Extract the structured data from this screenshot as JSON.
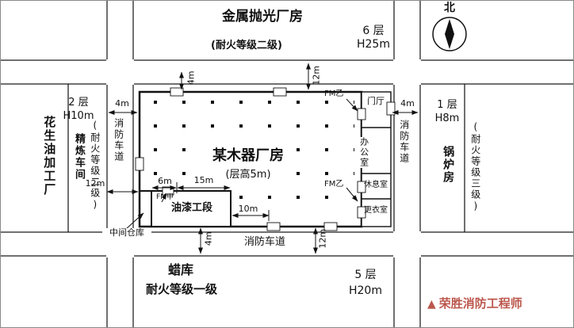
{
  "compass": {
    "label": "北"
  },
  "north_building": {
    "name": "金属抛光厂房",
    "floors": "6 层",
    "height": "H25m",
    "fire_rating": "(耐火等级二级)"
  },
  "west_area": {
    "factory": "花生油加工厂",
    "floors": "2 层",
    "height": "H10m",
    "workshop": "精炼车间",
    "fire_rating": "(耐火等级二级)"
  },
  "east_area": {
    "floors": "1 层",
    "height": "H8m",
    "name": "锅炉房",
    "fire_rating": "(耐火等级三级)"
  },
  "south_building": {
    "name": "蜡库",
    "fire_rating": "耐火等级一级",
    "floors": "5 层",
    "height": "H20m"
  },
  "main_building": {
    "name": "某木器厂房",
    "note": "(层高5m)",
    "paint_section": "油漆工段",
    "intermediate_warehouse": "中间仓库",
    "entrance_hall": "门厅",
    "office": "办公室",
    "rest_room": "休息室",
    "changing_room": "更衣室",
    "door_fm_jia": "FM甲",
    "door_fm_yi_top": "FM乙",
    "door_fm_yi_bottom": "FM乙"
  },
  "roads": {
    "west": "消防车道",
    "east": "消防车道",
    "south": "消防车道"
  },
  "dimensions": {
    "top_4m": "4m",
    "top_12m": "12m",
    "west_4m": "4m",
    "west_12m": "12m",
    "east_4m": "4m",
    "south_4m": "4m",
    "south_12m": "12m",
    "paint_6m": "6m",
    "paint_15m": "15m",
    "paint_10m": "10m"
  },
  "watermark": {
    "icon": "flame-logo-icon",
    "glyph": "▲",
    "text": "荣胜消防工程师"
  },
  "colors": {
    "line": "#111111",
    "watermark": "#b03a2e"
  }
}
